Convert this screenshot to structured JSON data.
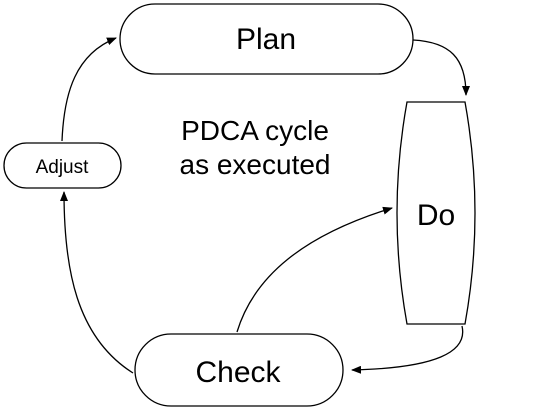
{
  "diagram": {
    "caption_line1": "PDCA cycle",
    "caption_line2": "as executed",
    "nodes": {
      "plan": "Plan",
      "do": "Do",
      "check": "Check",
      "adjust": "Adjust"
    },
    "colors": {
      "stroke": "#000000",
      "fill": "#ffffff",
      "text": "#000000"
    }
  }
}
